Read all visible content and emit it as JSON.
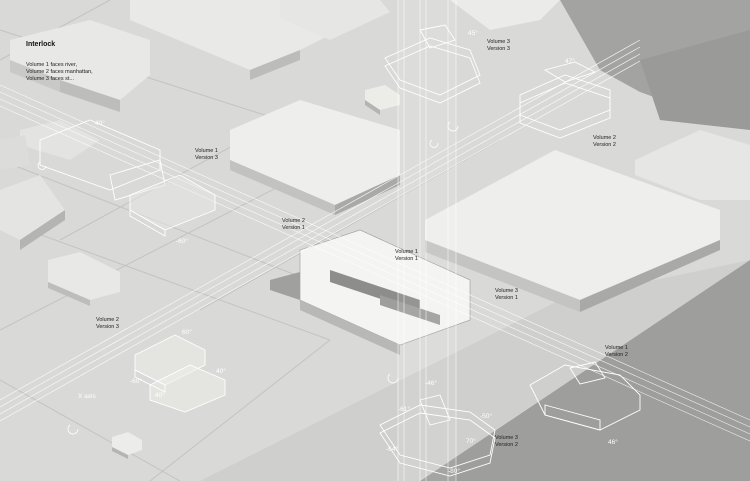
{
  "title": "Interlock",
  "notes": [
    "Volume 1 faces river,",
    "Volume 2 faces manhattan,",
    "Volume 3 faces st..."
  ],
  "labels": {
    "v1v3": [
      "Volume 1",
      "Version 3"
    ],
    "v2v1": [
      "Volume 2",
      "Version 1"
    ],
    "v2v3": [
      "Volume 2",
      "Version 3"
    ],
    "v1v1": [
      "Volume 1",
      "Version 1"
    ],
    "v3v1": [
      "Volume 3",
      "Version 1"
    ],
    "v3v3": [
      "Volume 3",
      "Version 3"
    ],
    "v2v2": [
      "Volume 2",
      "Version 2"
    ],
    "v1v2": [
      "Volume 1",
      "Version 2"
    ],
    "v3v2": [
      "Volume 3",
      "Version 2"
    ]
  },
  "angles": {
    "a1": "45°",
    "a2": "47°",
    "a3": "-60°",
    "a4": "60°",
    "a5": "-60°",
    "a6": "40°",
    "a7": "-61°",
    "a8": "-50°",
    "a9": "-64°",
    "a10": "-80°",
    "a11": "40°",
    "a12": "46°",
    "a13": "70°",
    "a14": "-46°",
    "a15": "40°"
  },
  "axis_label": "X axis",
  "colors": {
    "ground": "#d8d8d6",
    "block_top": "#eeeeec",
    "block_side": "#bdbdbb",
    "river": "#9b9b99",
    "linework": "#ffffff"
  }
}
